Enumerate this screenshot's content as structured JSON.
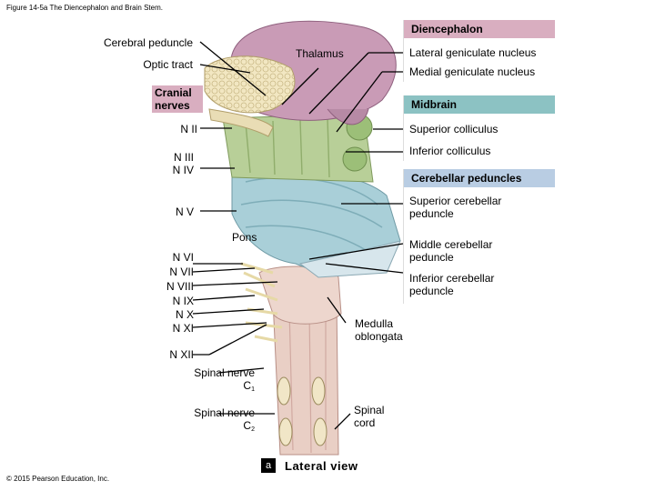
{
  "figure_title": "Figure 14-5a The Diencephalon and Brain Stem.",
  "copyright": "© 2015 Pearson Education, Inc.",
  "panel": {
    "badge": "a",
    "caption": "Lateral view"
  },
  "left_labels": {
    "cerebral_peduncle": "Cerebral peduncle",
    "optic_tract": "Optic tract",
    "cranial_nerves": "Cranial nerves",
    "n2": "N II",
    "n3": "N III",
    "n4": "N IV",
    "n5": "N V",
    "pons": "Pons",
    "n6": "N VI",
    "n7": "N VII",
    "n8": "N VIII",
    "n9": "N IX",
    "n10": "N X",
    "n11": "N XI",
    "n12": "N XII",
    "spinal_c1": "Spinal nerve C",
    "spinal_c1_sub": "1",
    "spinal_c2": "Spinal nerve C",
    "spinal_c2_sub": "2"
  },
  "center_labels": {
    "thalamus": "Thalamus",
    "medulla": "Medulla oblongata",
    "spinal_cord": "Spinal cord"
  },
  "right_groups": {
    "diencephalon": "Diencephalon",
    "lateral_geniculate": "Lateral geniculate nucleus",
    "medial_geniculate": "Medial geniculate nucleus",
    "midbrain": "Midbrain",
    "superior_colliculus": "Superior colliculus",
    "inferior_colliculus": "Inferior colliculus",
    "cerebellar_peduncles": "Cerebellar peduncles",
    "superior_cerebellar_peduncle": "Superior cerebellar peduncle",
    "middle_cerebellar_peduncle": "Middle cerebellar peduncle",
    "inferior_cerebellar_peduncle": "Inferior cerebellar peduncle"
  }
}
